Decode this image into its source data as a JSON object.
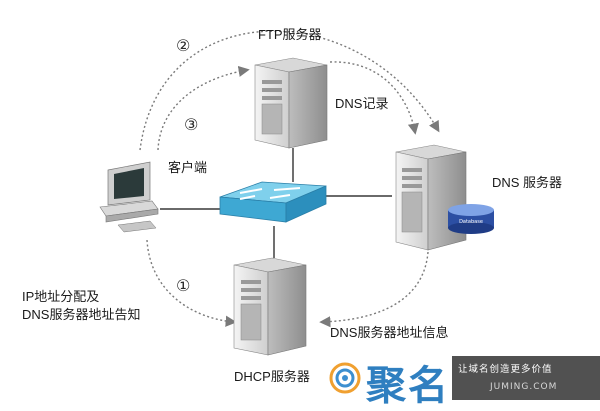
{
  "nodes": {
    "ftp": {
      "label": "FTP服务器"
    },
    "dns": {
      "label": "DNS 服务器",
      "disk_text": "Database"
    },
    "dhcp": {
      "label": "DHCP服务器"
    },
    "client": {
      "label": "客户端"
    }
  },
  "edge_labels": {
    "dns_record": "DNS记录",
    "dhcp_assign": [
      "IP地址分配及",
      "DNS服务器地址告知"
    ],
    "dns_info": "DNS服务器地址信息"
  },
  "steps": [
    "①",
    "②",
    "③"
  ],
  "watermark": {
    "brand": "聚名",
    "tagline": "让域名创造更多价值",
    "site": "JUMING.COM"
  },
  "colors": {
    "arrow": "#7a7a7a",
    "server_body": "#e6e6e6",
    "switch_top": "#7fd0ec",
    "switch_side": "#3ea8d3",
    "brand": "#2f7fc0"
  }
}
